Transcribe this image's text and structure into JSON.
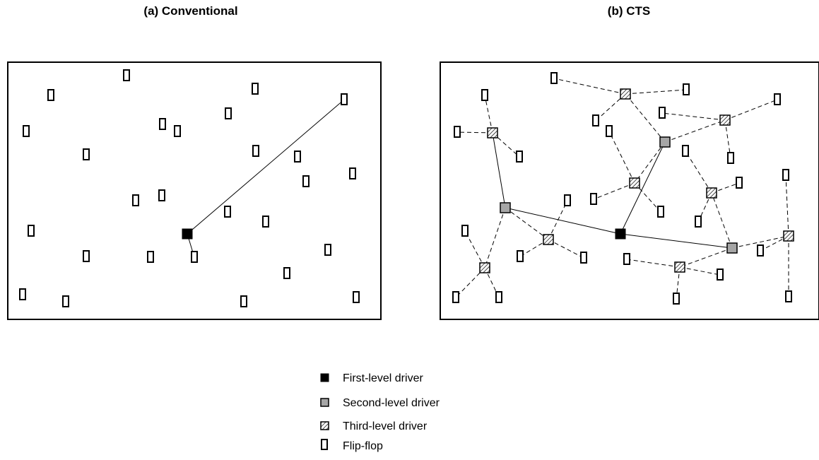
{
  "panels": [
    {
      "id": "a",
      "title": "(a)  Conventional"
    },
    {
      "id": "b",
      "title": "(b)  CTS"
    }
  ],
  "legend": [
    {
      "kind": "first",
      "label": "First-level driver"
    },
    {
      "kind": "second",
      "label": "Second-level driver"
    },
    {
      "kind": "third",
      "label": "Third-level driver"
    },
    {
      "kind": "flipflop",
      "label": "Flip-flop"
    }
  ],
  "colors": {
    "first_level": "#000000",
    "second_level": "#a6a6a6",
    "third_level": "hatched",
    "flip_flop": "#ffffff"
  }
}
